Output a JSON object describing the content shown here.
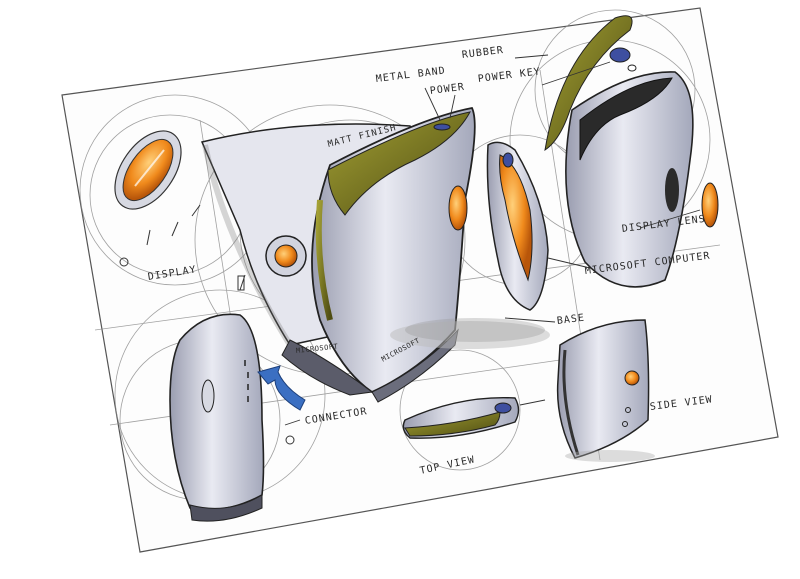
{
  "sheet": {
    "labels": {
      "rubber": "RUBBER",
      "metal_band": "METAL BAND",
      "power": "POWER",
      "power_key": "POWER KEY",
      "matt_finish": "MATT FINISH",
      "display": "DISPLAY",
      "display_lens": "DISPLAY LENS",
      "microsoft_computer": "MICROSOFT COMPUTER",
      "base": "BASE",
      "connector": "CONNECTOR",
      "top_view": "TOP VIEW",
      "side_view": "SIDE VIEW"
    },
    "brand_marks": {
      "front": "MICROSOFT",
      "rear": "MICROSOFT"
    }
  },
  "colors": {
    "accent_orange": "#f08a1c",
    "olive": "#7d7a1f",
    "blue_arrow": "#3b6fc2",
    "body_grey": "#c9ccd8"
  }
}
